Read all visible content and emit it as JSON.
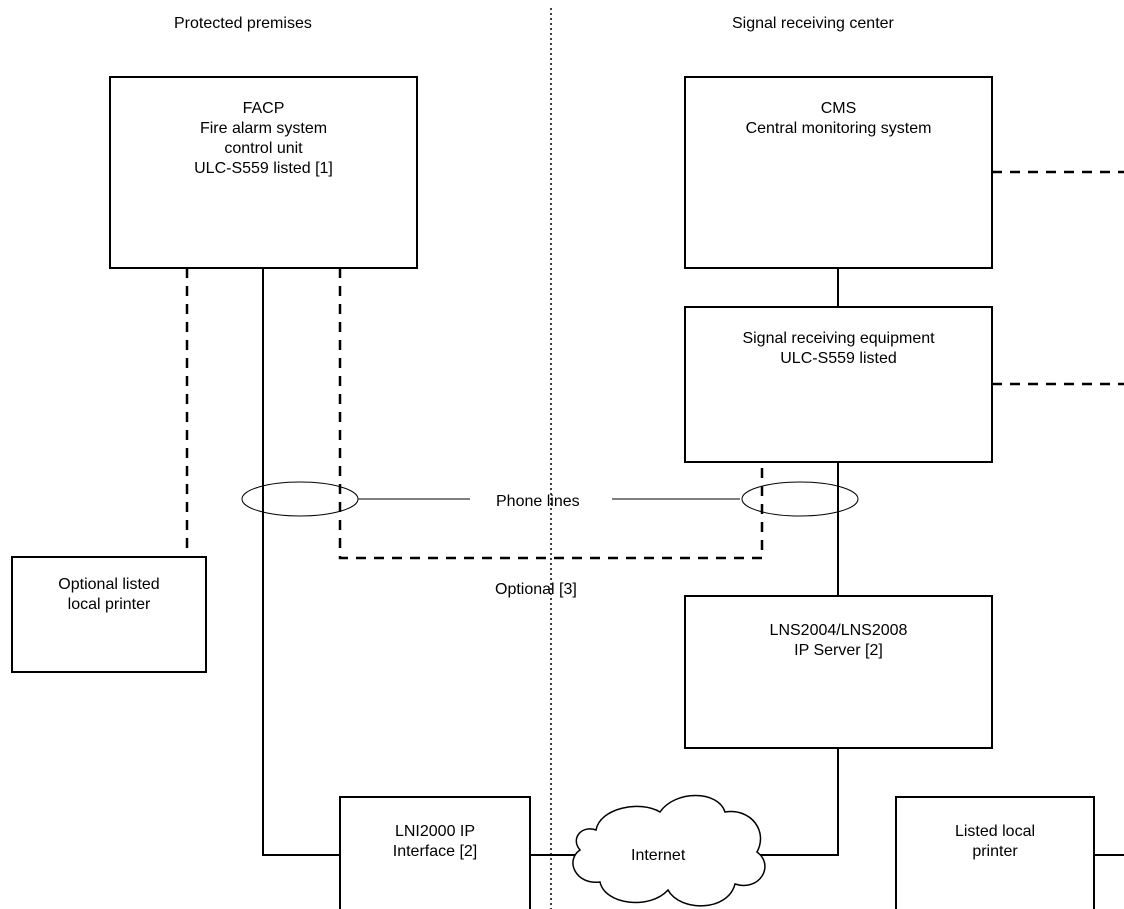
{
  "regions": {
    "left": "Protected premises",
    "right": "Signal receiving center"
  },
  "boxes": {
    "facp": {
      "line1": "FACP",
      "line2": "Fire alarm system",
      "line3": "control unit",
      "line4": "ULC-S559 listed [1]"
    },
    "cms": {
      "line1": "CMS",
      "line2": "Central monitoring system"
    },
    "sre": {
      "line1": "Signal receiving equipment",
      "line2": "ULC-S559 listed"
    },
    "printer_optional": {
      "line1": "Optional listed",
      "line2": "local printer"
    },
    "lns": {
      "line1": "LNS2004/LNS2008",
      "line2": "IP Server [2]"
    },
    "lni": {
      "line1": "LNI2000 IP",
      "line2": "Interface [2]"
    },
    "printer_listed": {
      "line1": "Listed local",
      "line2": "printer"
    }
  },
  "labels": {
    "phone_lines": "Phone lines",
    "optional": "Optional [3]",
    "internet": "Internet"
  }
}
